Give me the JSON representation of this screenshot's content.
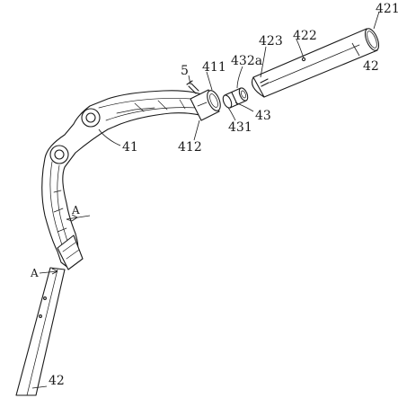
{
  "labels": {
    "l421": "421",
    "l423": "423",
    "l422": "422",
    "l432a": "432a",
    "l42_top": "42",
    "l5": "5",
    "l411": "411",
    "l43": "43",
    "l431": "431",
    "l412": "412",
    "l41": "41",
    "lA_upper": "A",
    "lA_lower": "A",
    "l42_bottom": "42"
  }
}
